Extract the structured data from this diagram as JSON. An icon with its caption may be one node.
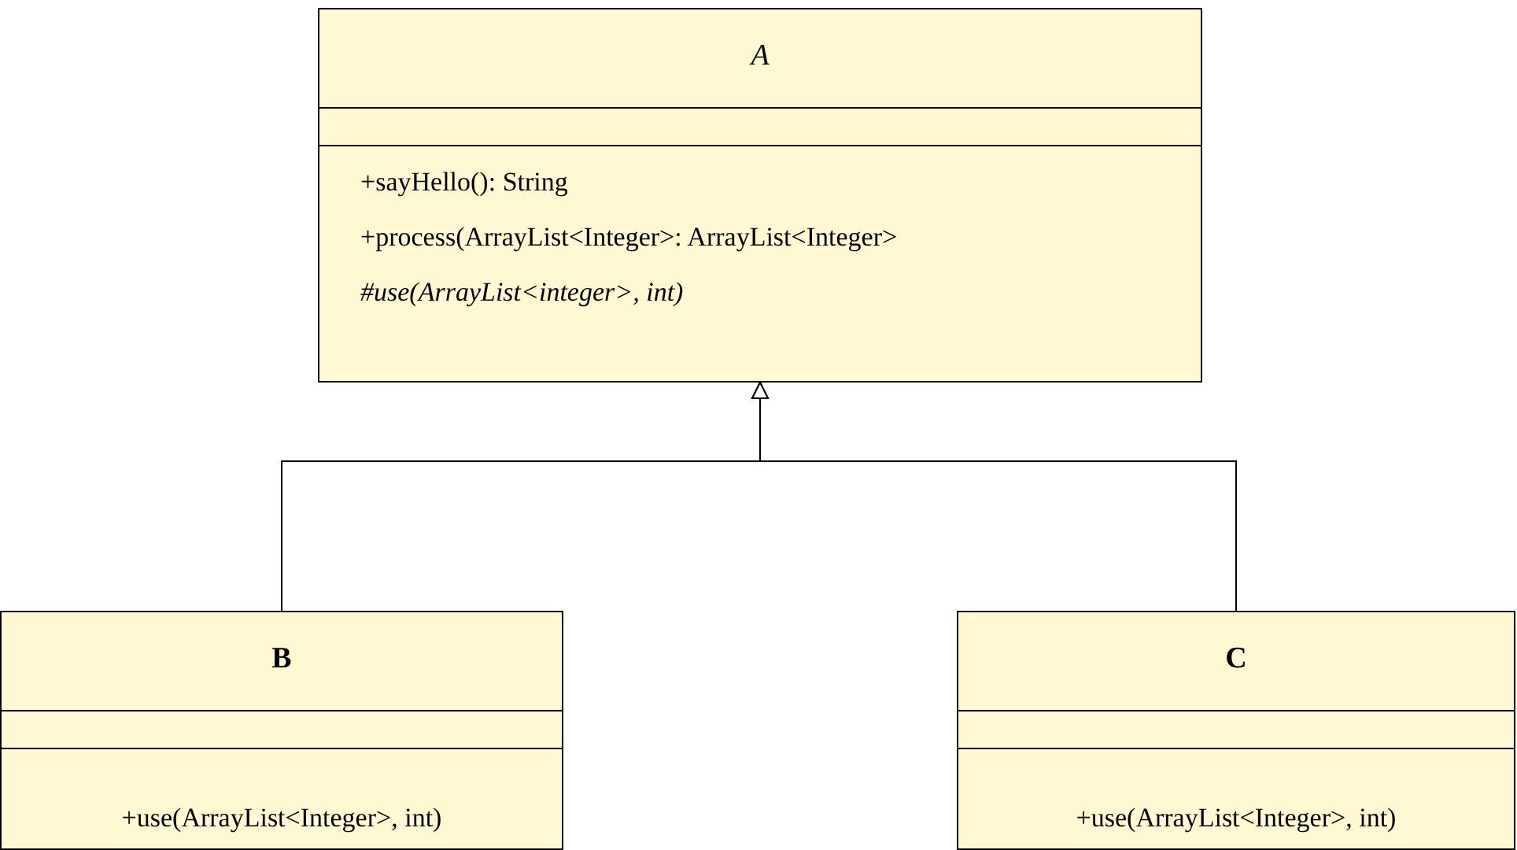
{
  "diagram": {
    "nodes": [
      {
        "text": [
          "A",
          "+sayHello(): String",
          "+process(ArrayList<Integer>: ArrayList<Integer>",
          "#use(ArrayList<integer>, int)"
        ]
      },
      {
        "text": [
          "B",
          "+use(ArrayList<Integer>, int)"
        ]
      },
      {
        "text": [
          "C",
          "+use(ArrayList<Integer>, int)"
        ]
      }
    ],
    "edges": [
      {
        "from": 1,
        "to": 0,
        "arrow": "to"
      },
      {
        "from": 2,
        "to": 0,
        "arrow": "to"
      }
    ]
  }
}
